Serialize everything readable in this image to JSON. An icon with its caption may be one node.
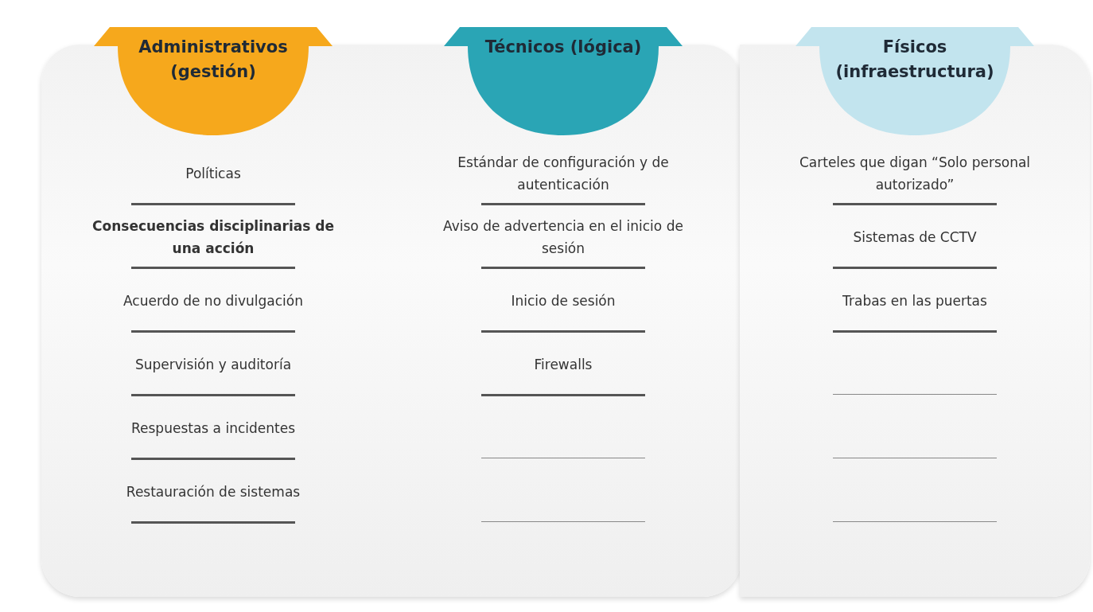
{
  "diagram": {
    "nodes": [
      {
        "text": [
          "Administrativos (gestión)"
        ]
      },
      {
        "text": [
          "Técnicos (lógica)"
        ]
      },
      {
        "text": [
          "Físicos (infraestructura)"
        ]
      }
    ],
    "labels": [
      "Políticas",
      "Consecuencias disciplinarias de una acción",
      "Acuerdo de no divulgación",
      "Supervisión y auditoría",
      "Respuestas a incidentes",
      "Restauración de sistemas",
      "Estándar de configuración y de autenticación",
      "Aviso de advertencia en el inicio de sesión",
      "Inicio de sesión",
      "Firewalls",
      "Carteles que digan “Solo personal autorizado”",
      "Sistemas de CCTV",
      "Trabas en las puertas"
    ]
  }
}
